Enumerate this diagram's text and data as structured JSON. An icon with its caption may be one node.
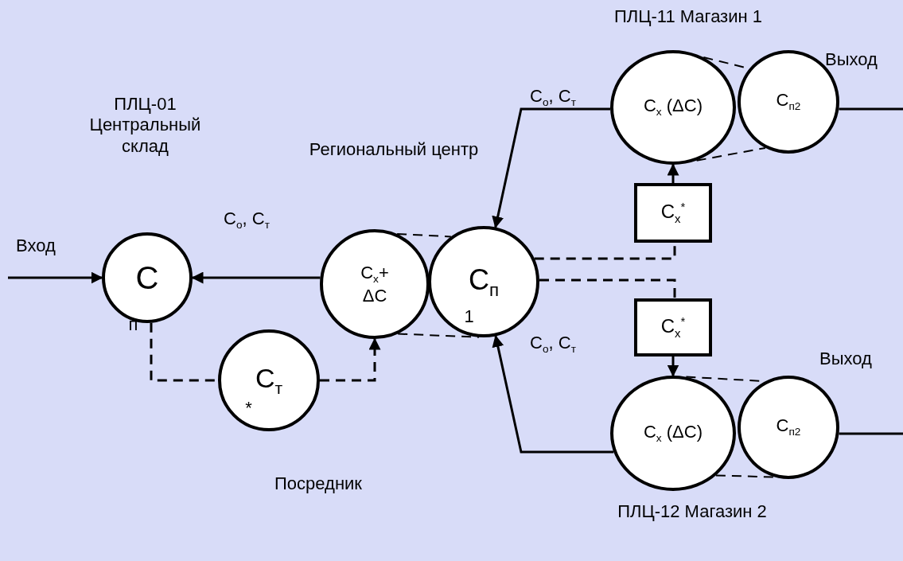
{
  "diagram": {
    "nodes": [
      {
        "text": [
          "C"
        ]
      },
      {
        "text": [
          "C$_{x}$+ ΔC"
        ]
      },
      {
        "text": [
          "C$_{п}$"
        ]
      },
      {
        "text": [
          "C$_{т}$"
        ]
      },
      {
        "text": [
          "C$_{x}$ (ΔC)"
        ]
      },
      {
        "text": [
          "C$_{п2}$"
        ]
      },
      {
        "text": [
          "C$_{x}$$^{*}$"
        ]
      },
      {
        "text": [
          "C$_{x}$$^{*}$"
        ]
      },
      {
        "text": [
          "C$_{x}$ (ΔC)"
        ]
      },
      {
        "text": [
          "C$_{п2}$"
        ]
      }
    ],
    "edges": [
      {
        "from": null,
        "to": 0,
        "arrow": "to"
      },
      {
        "from": 1,
        "to": 0,
        "arrow": "to"
      },
      {
        "from": 4,
        "to": 2,
        "arrow": "to"
      },
      {
        "from": 8,
        "to": 2,
        "arrow": "to"
      },
      {
        "from": 0,
        "to": 3,
        "arrow": "none",
        "style": "dashed"
      },
      {
        "from": 3,
        "to": 1,
        "arrow": "to",
        "style": "dashed"
      },
      {
        "from": 2,
        "to": 6,
        "arrow": "none",
        "style": "dashed"
      },
      {
        "from": 2,
        "to": 7,
        "arrow": "none",
        "style": "dashed"
      },
      {
        "from": 6,
        "to": 4,
        "arrow": "to"
      },
      {
        "from": 7,
        "to": 8,
        "arrow": "to"
      },
      {
        "from": 5,
        "to": null,
        "arrow": "none"
      },
      {
        "from": 9,
        "to": null,
        "arrow": "none"
      },
      {
        "from": 1,
        "to": 2,
        "arrow": "none",
        "style": "dashed"
      },
      {
        "from": 1,
        "to": 2,
        "arrow": "none",
        "style": "dashed"
      },
      {
        "from": 4,
        "to": 5,
        "arrow": "none",
        "style": "dashed"
      },
      {
        "from": 4,
        "to": 5,
        "arrow": "none",
        "style": "dashed"
      },
      {
        "from": 8,
        "to": 9,
        "arrow": "none",
        "style": "dashed"
      },
      {
        "from": 8,
        "to": 9,
        "arrow": "none",
        "style": "dashed"
      }
    ],
    "labels": [
      "ПЛЦ-11 Магазин 1",
      "Выход",
      "C$_{о}$, C$_{т}$",
      "ПЛЦ-01 Центральный склад",
      "Региональный центр",
      "C$_{о}$, C$_{т}$",
      "Вход",
      "п",
      "1",
      "*",
      "Выход",
      "C$_{о}$, C$_{т}$",
      "Посредник",
      "ПЛЦ-12 Магазин 2"
    ]
  }
}
